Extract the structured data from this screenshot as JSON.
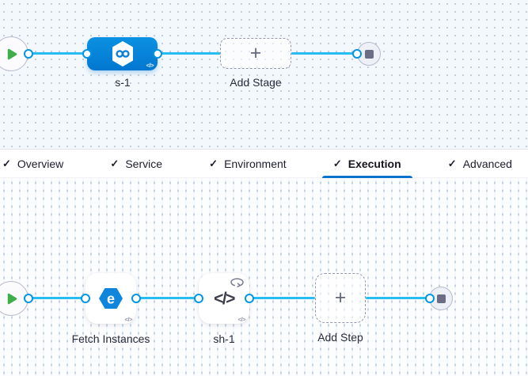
{
  "stage_canvas": {
    "stage_label": "s-1",
    "add_stage_label": "Add Stage"
  },
  "tab_bar": {
    "tabs": [
      {
        "label": "Overview",
        "checked": true,
        "active": false
      },
      {
        "label": "Service",
        "checked": true,
        "active": false
      },
      {
        "label": "Environment",
        "checked": true,
        "active": false
      },
      {
        "label": "Execution",
        "checked": true,
        "active": true
      },
      {
        "label": "Advanced",
        "checked": true,
        "active": false
      }
    ]
  },
  "execution_canvas": {
    "fetch_step_label": "Fetch Instances",
    "shell_step_label": "sh-1",
    "add_step_label": "Add Step"
  },
  "icons": {
    "check": "✓",
    "plus": "+",
    "code": "</>"
  },
  "colors": {
    "edge_blue": "#27bdf2",
    "connector_blue": "#0095e5",
    "stage_node_blue": "#0a80d8",
    "tab_underline_blue": "#0b73ce",
    "play_green": "#3fae4a",
    "end_node_gray": "#6b6d85",
    "dashed_border_gray": "#9597b1",
    "canvas_top_bg": "#f3f8fc",
    "canvas_bottom_bg": "#fcfdff"
  }
}
